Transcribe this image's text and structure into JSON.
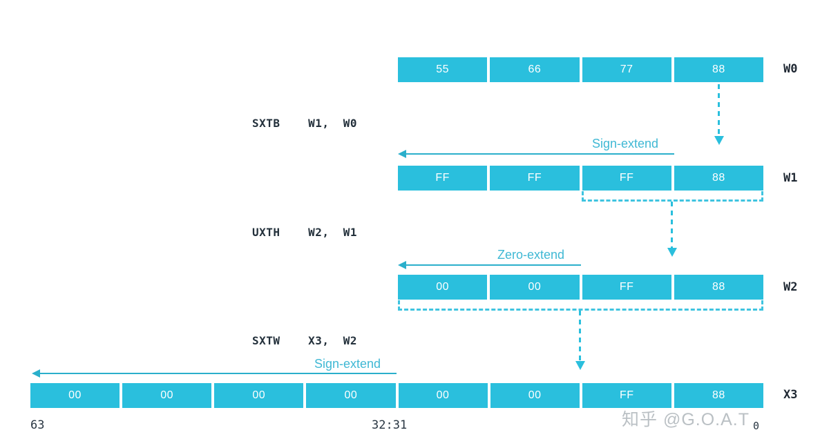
{
  "diagram": {
    "title": "ARM64 sign-extend and zero-extend register diagram",
    "accent_color": "#2ABFDD",
    "arrow_color": "#2AAFCB",
    "label_color": "#3FB8D4",
    "text_color": "#23303b"
  },
  "registers": [
    {
      "name": "W0",
      "label": "W0",
      "cells": [
        "55",
        "66",
        "77",
        "88"
      ]
    },
    {
      "name": "W1",
      "label": "W1",
      "cells": [
        "FF",
        "FF",
        "FF",
        "88"
      ]
    },
    {
      "name": "W2",
      "label": "W2",
      "cells": [
        "00",
        "00",
        "FF",
        "88"
      ]
    },
    {
      "name": "X3",
      "label": "X3",
      "cells": [
        "00",
        "00",
        "00",
        "00",
        "00",
        "00",
        "FF",
        "88"
      ]
    }
  ],
  "instructions": [
    {
      "text": "SXTB    W1,  W0",
      "mnemonic": "SXTB",
      "dest": "W1",
      "src": "W0"
    },
    {
      "text": "UXTH    W2,  W1",
      "mnemonic": "UXTH",
      "dest": "W2",
      "src": "W1"
    },
    {
      "text": "SXTW    X3,  W2",
      "mnemonic": "SXTW",
      "dest": "X3",
      "src": "W2"
    }
  ],
  "extend_arrows": [
    {
      "label": "Sign-extend",
      "for_instruction": "SXTB"
    },
    {
      "label": "Zero-extend",
      "for_instruction": "UXTH"
    },
    {
      "label": "Sign-extend",
      "for_instruction": "SXTW"
    }
  ],
  "bit_labels": {
    "msb": "63",
    "mid": "32:31",
    "lsb": "0"
  },
  "watermark": {
    "text": "知乎 @G.O.A.T"
  }
}
